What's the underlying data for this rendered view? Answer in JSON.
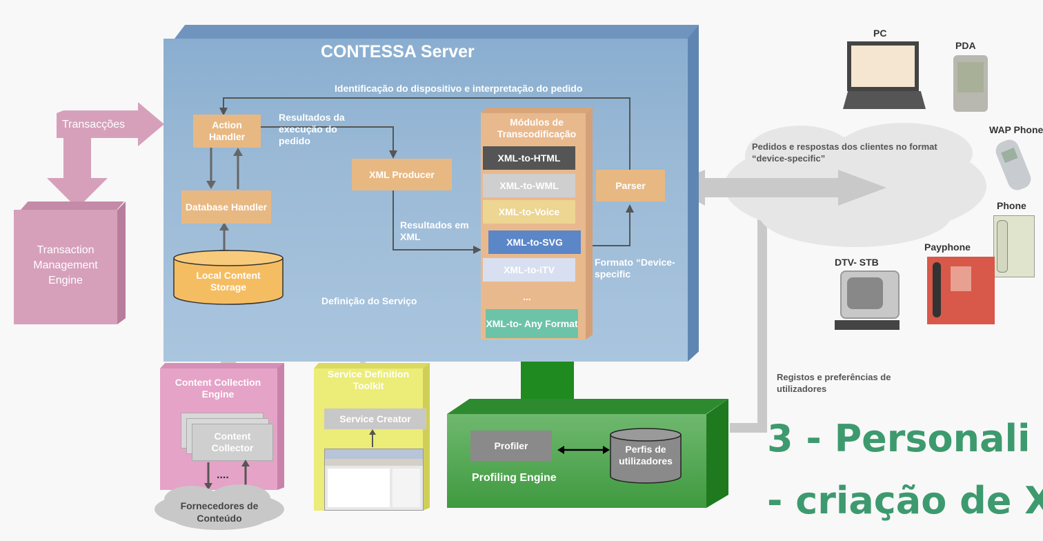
{
  "server": {
    "title": "CONTESSA Server",
    "identification_label": "Identificação do dispositivo e interpretação do pedido",
    "results_label": "Resultados da execução do pedido",
    "results_xml_label": "Resultados em XML",
    "service_definition_label": "Definição do Serviço",
    "format_label": "Formato “Device-specific"
  },
  "components": {
    "action_handler": "Action Handler",
    "database_handler": "Database Handler",
    "local_content_storage": "Local Content Storage",
    "xml_producer": "XML Producer",
    "parser": "Parser",
    "modules_title": "Módulos de Transcodificação",
    "modules": [
      "XML-to-HTML",
      "XML-to-WML",
      "XML-to-Voice",
      "XML-to-SVG",
      "XML-to-iTV"
    ],
    "modules_ellipsis": "...",
    "any_format": "XML-to- Any Format"
  },
  "left": {
    "transactions_label": "Transacções",
    "transaction_engine": "Transaction Management Engine"
  },
  "content_collection": {
    "title": "Content Collection Engine",
    "collector": "Content Collector",
    "ellipsis": "....",
    "providers": "Fornecedores de Conteúdo"
  },
  "service_toolkit": {
    "title": "Service Definition Toolkit",
    "creator": "Service Creator"
  },
  "profiling": {
    "profiler": "Profiler",
    "profiles": "Perfis de utilizadores",
    "engine": "Profiling Engine"
  },
  "clients": {
    "cloud_label": "Pedidos e respostas dos clientes no format “device-specific”",
    "registry_label": "Registos e preferências de utilizadores",
    "devices": {
      "pc": "PC",
      "pda": "PDA",
      "wap": "WAP Phone",
      "phone": "Phone",
      "payphone": "Payphone",
      "dtv": "DTV- STB"
    }
  },
  "headline": {
    "line1": "3 - Personali",
    "line2": "- criação de X"
  },
  "colors": {
    "server": "#9bbad6",
    "tan_box": "#e8b882",
    "pink": "#d6a0bb",
    "yellow": "#ecec78",
    "green": "#3f9a3f",
    "headline": "#3d9a6e"
  }
}
